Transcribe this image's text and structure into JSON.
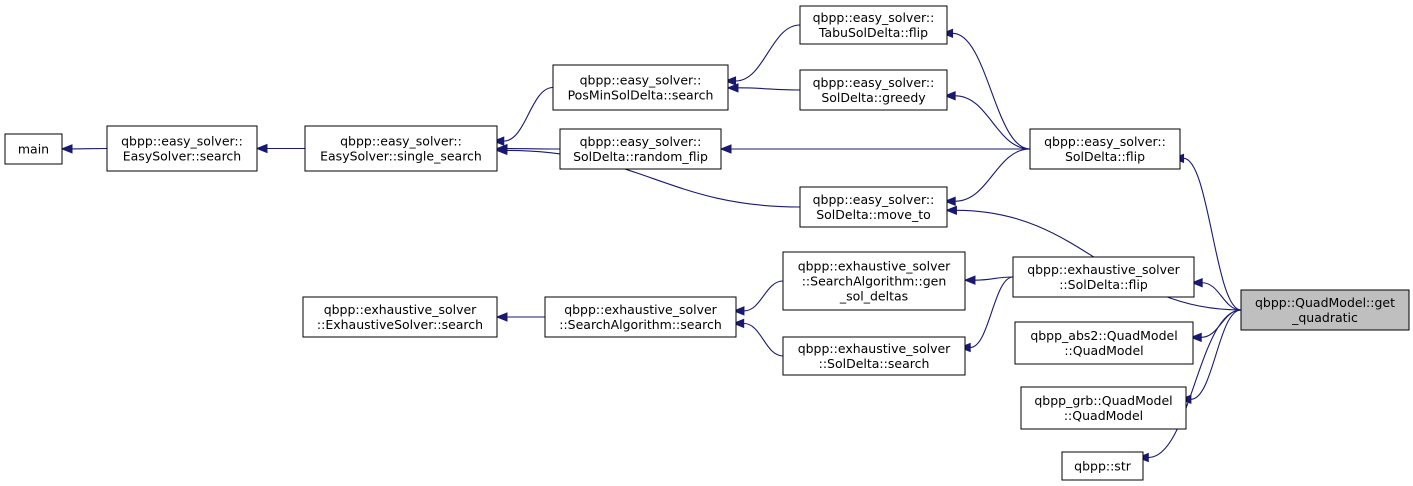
{
  "colors": {
    "edge": "#191970",
    "focus_fill": "#bfbfbf",
    "node_fill": "#ffffff",
    "border": "#000000"
  },
  "nodes": {
    "main": {
      "lines": [
        "main"
      ]
    },
    "easy_search": {
      "lines": [
        "qbpp::easy_solver::",
        "EasySolver::search"
      ]
    },
    "single_search": {
      "lines": [
        "qbpp::easy_solver::",
        "EasySolver::single_search"
      ]
    },
    "posmin_search": {
      "lines": [
        "qbpp::easy_solver::",
        "PosMinSolDelta::search"
      ]
    },
    "random_flip": {
      "lines": [
        "qbpp::easy_solver::",
        "SolDelta::random_flip"
      ]
    },
    "tabu_flip": {
      "lines": [
        "qbpp::easy_solver::",
        "TabuSolDelta::flip"
      ]
    },
    "greedy": {
      "lines": [
        "qbpp::easy_solver::",
        "SolDelta::greedy"
      ]
    },
    "move_to": {
      "lines": [
        "qbpp::easy_solver::",
        "SolDelta::move_to"
      ]
    },
    "easy_flip": {
      "lines": [
        "qbpp::easy_solver::",
        "SolDelta::flip"
      ]
    },
    "exh_search": {
      "lines": [
        "qbpp::exhaustive_solver",
        "::ExhaustiveSolver::search"
      ]
    },
    "alg_search": {
      "lines": [
        "qbpp::exhaustive_solver",
        "::SearchAlgorithm::search"
      ]
    },
    "gen_deltas": {
      "lines": [
        "qbpp::exhaustive_solver",
        "::SearchAlgorithm::gen",
        "_sol_deltas"
      ]
    },
    "sol_search": {
      "lines": [
        "qbpp::exhaustive_solver",
        "::SolDelta::search"
      ]
    },
    "exh_flip": {
      "lines": [
        "qbpp::exhaustive_solver",
        "::SolDelta::flip"
      ]
    },
    "abs2": {
      "lines": [
        "qbpp_abs2::QuadModel",
        "::QuadModel"
      ]
    },
    "grb": {
      "lines": [
        "qbpp_grb::QuadModel",
        "::QuadModel"
      ]
    },
    "str": {
      "lines": [
        "qbpp::str"
      ]
    },
    "get_quadratic": {
      "lines": [
        "qbpp::QuadModel::get",
        "_quadratic"
      ]
    }
  },
  "edges": [
    [
      "easy_search",
      "main"
    ],
    [
      "single_search",
      "easy_search"
    ],
    [
      "posmin_search",
      "single_search"
    ],
    [
      "random_flip",
      "single_search"
    ],
    [
      "move_to",
      "single_search"
    ],
    [
      "tabu_flip",
      "posmin_search"
    ],
    [
      "greedy",
      "posmin_search"
    ],
    [
      "easy_flip",
      "tabu_flip"
    ],
    [
      "easy_flip",
      "greedy"
    ],
    [
      "easy_flip",
      "random_flip"
    ],
    [
      "easy_flip",
      "move_to"
    ],
    [
      "alg_search",
      "exh_search"
    ],
    [
      "gen_deltas",
      "alg_search"
    ],
    [
      "sol_search",
      "alg_search"
    ],
    [
      "exh_flip",
      "gen_deltas"
    ],
    [
      "exh_flip",
      "sol_search"
    ],
    [
      "get_quadratic",
      "easy_flip"
    ],
    [
      "get_quadratic",
      "move_to"
    ],
    [
      "get_quadratic",
      "exh_flip"
    ],
    [
      "get_quadratic",
      "abs2"
    ],
    [
      "get_quadratic",
      "grb"
    ],
    [
      "get_quadratic",
      "str"
    ]
  ]
}
